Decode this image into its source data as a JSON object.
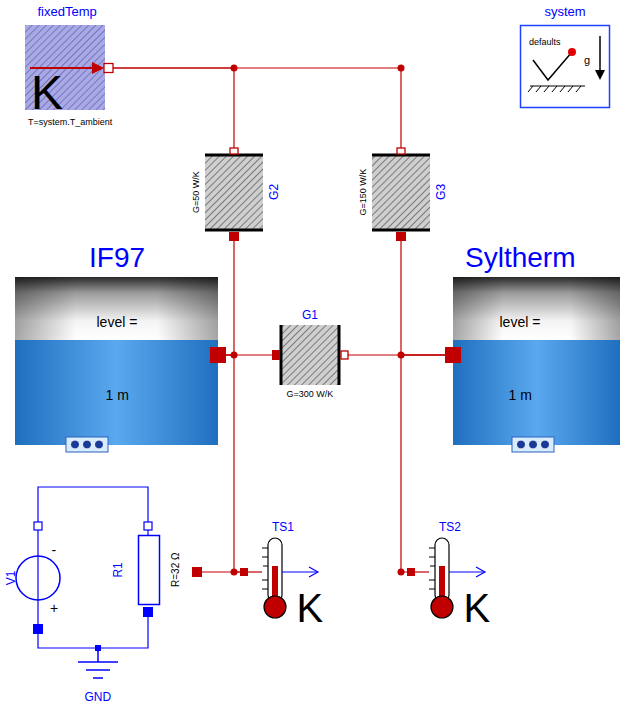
{
  "diagram": {
    "nodes": [
      {
        "text": [
          "fixedTemp",
          "K",
          "T=system.T_ambient"
        ]
      },
      {
        "text": [
          "system",
          "defaults",
          "g"
        ]
      },
      {
        "text": [
          "G2",
          "G=50 W/K"
        ]
      },
      {
        "text": [
          "G3",
          "G=150 W/K"
        ]
      },
      {
        "text": [
          "IF97",
          "level =",
          "1 m"
        ]
      },
      {
        "text": [
          "G1",
          "G=300 W/K"
        ]
      },
      {
        "text": [
          "Syltherm",
          "level =",
          "1 m"
        ]
      },
      {
        "text": [
          "V1",
          "-",
          "+"
        ]
      },
      {
        "text": [
          "R1",
          "R=32 Ω"
        ]
      },
      {
        "text": [
          "TS1",
          "K"
        ]
      },
      {
        "text": [
          "TS2",
          "K"
        ]
      },
      {
        "text": [
          "GND"
        ]
      }
    ],
    "edges": [
      {
        "from": 0,
        "to": 2,
        "arrow": "none"
      },
      {
        "from": 0,
        "to": 3,
        "arrow": "none"
      },
      {
        "from": 2,
        "to": 4,
        "arrow": "none"
      },
      {
        "from": 4,
        "to": 5,
        "arrow": "none"
      },
      {
        "from": 5,
        "to": 6,
        "arrow": "none"
      },
      {
        "from": 3,
        "to": 6,
        "arrow": "none"
      },
      {
        "from": 4,
        "to": 9,
        "arrow": "none"
      },
      {
        "from": 8,
        "to": 9,
        "arrow": "none"
      },
      {
        "from": 6,
        "to": 10,
        "arrow": "none"
      },
      {
        "from": 7,
        "to": 8,
        "arrow": "none"
      },
      {
        "from": 7,
        "to": 11,
        "arrow": "none"
      },
      {
        "from": 8,
        "to": 11,
        "arrow": "none"
      }
    ]
  }
}
